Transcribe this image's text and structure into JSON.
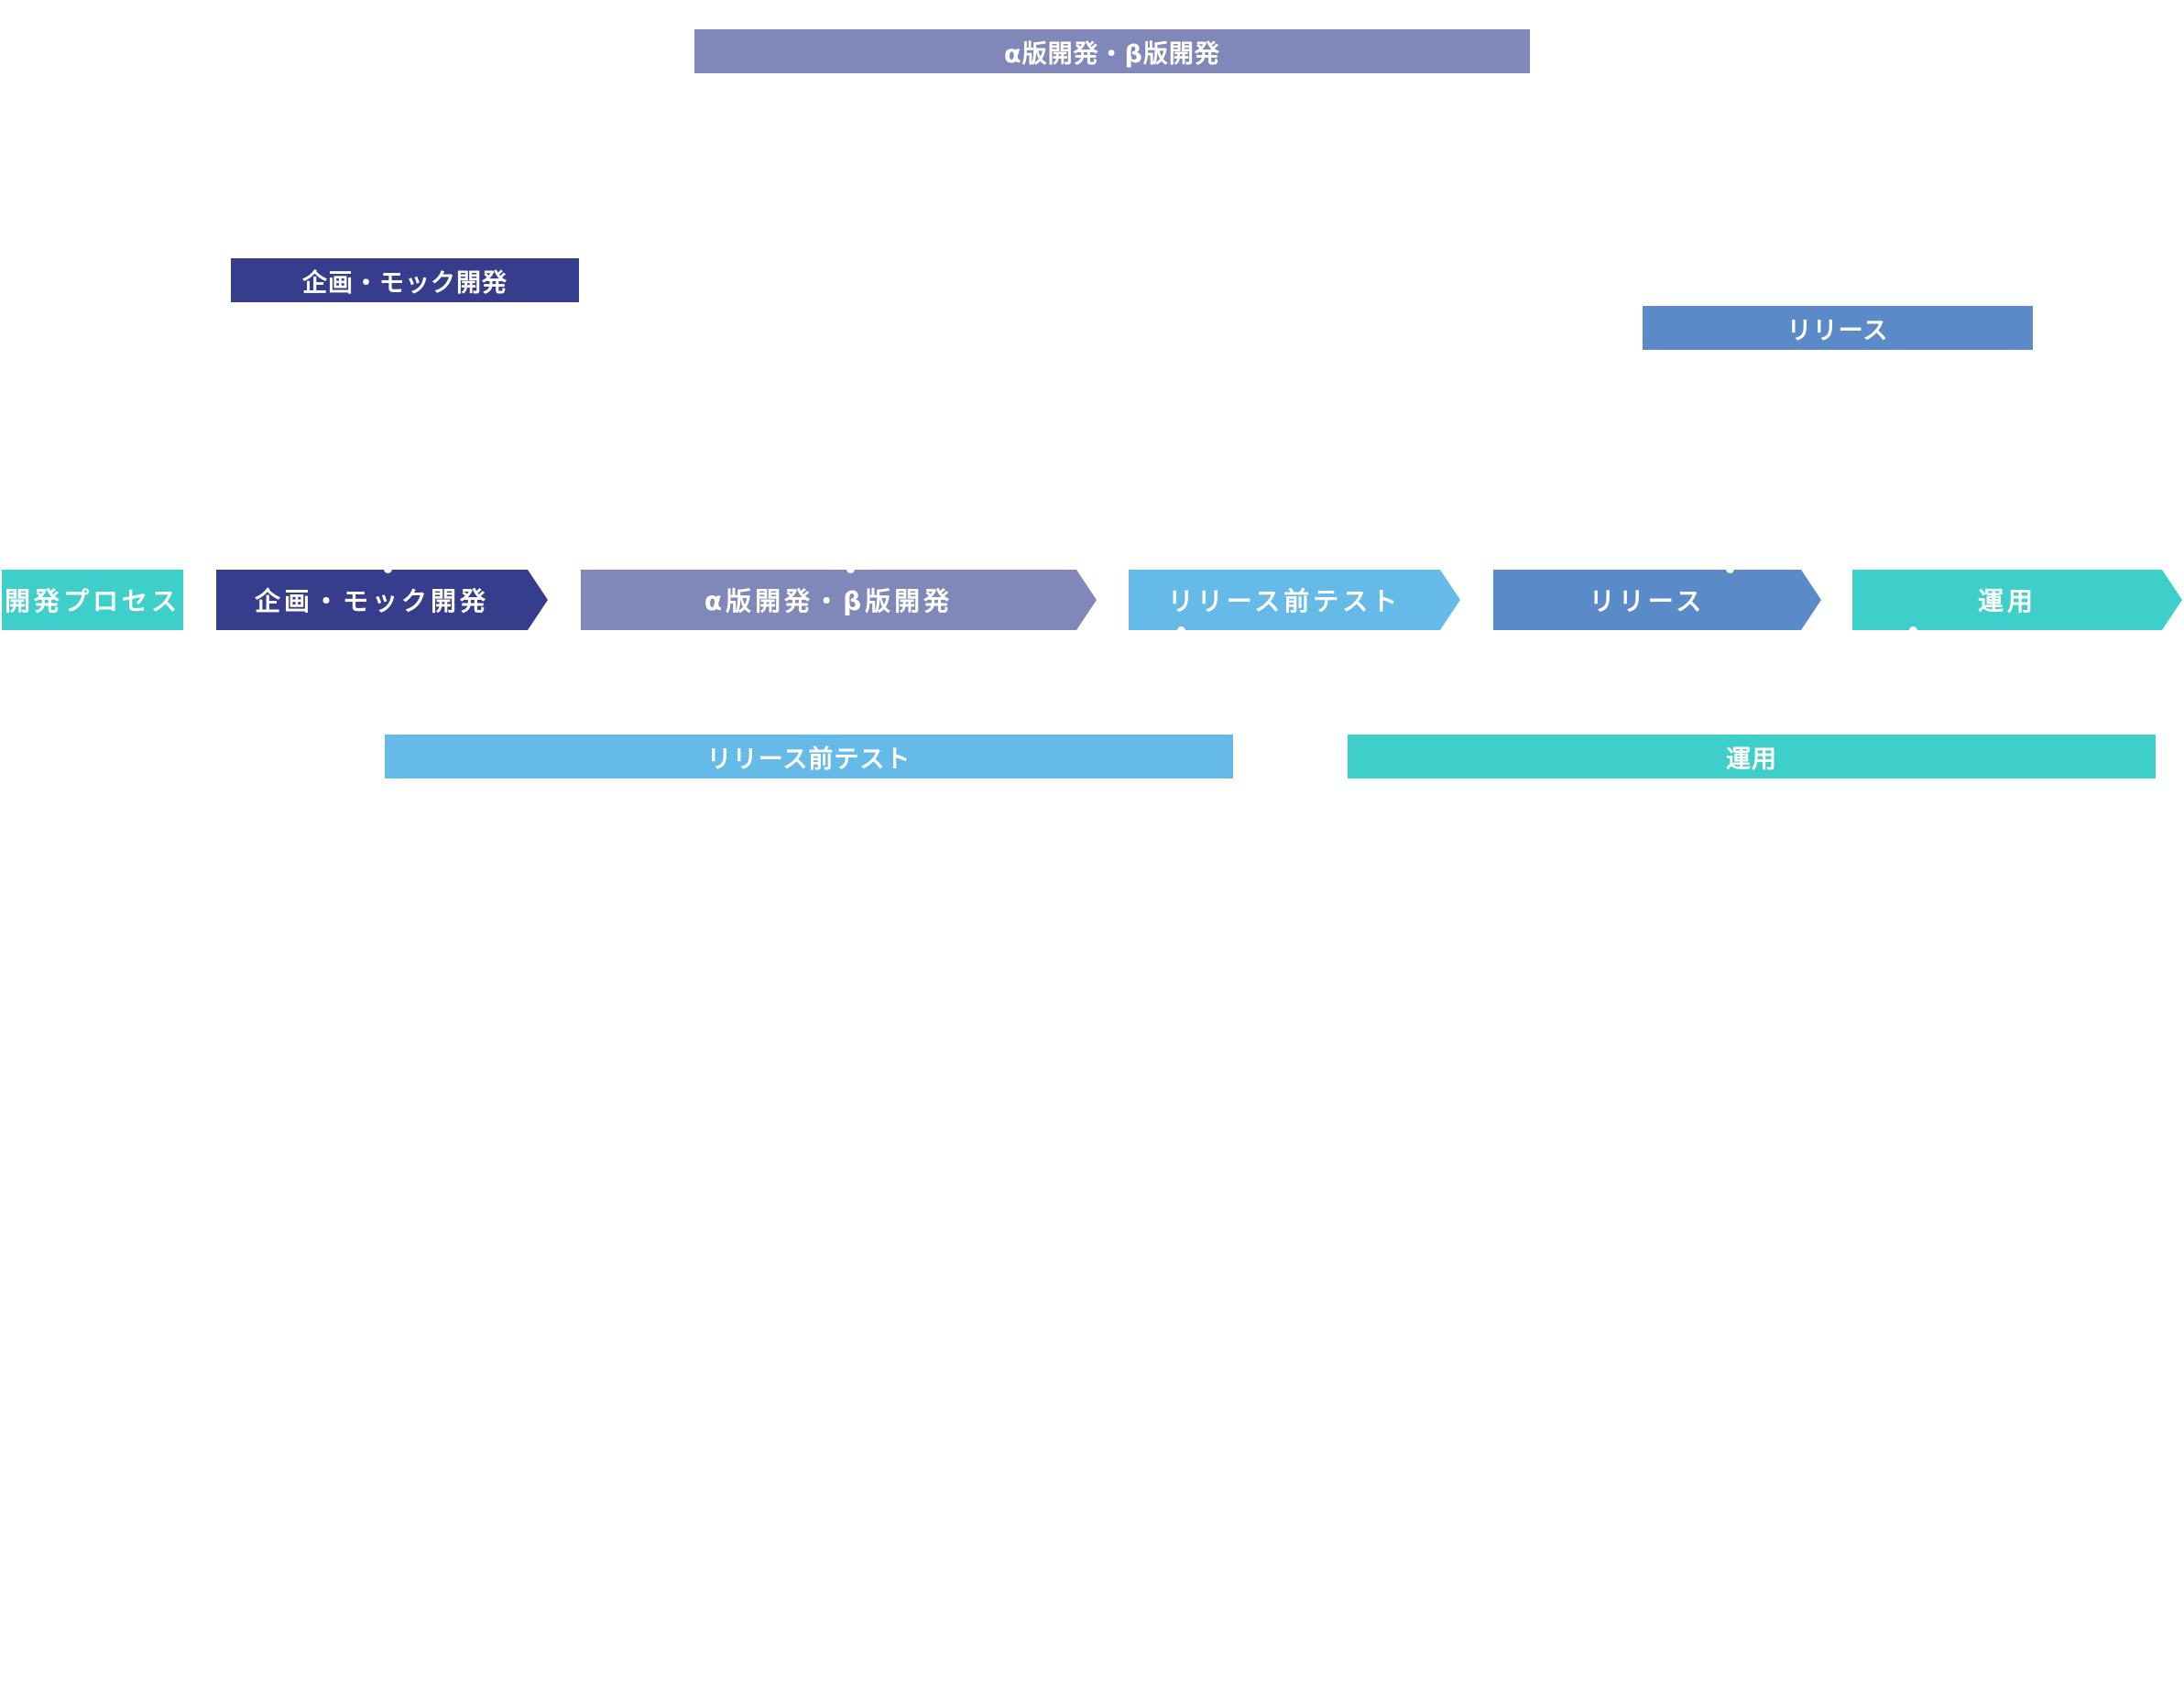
{
  "process_label": "開発プロセス",
  "steps": [
    {
      "label": "企画・モック開発",
      "color": "#353D8C"
    },
    {
      "label": "α版開発・β版開発",
      "color": "#8088B9"
    },
    {
      "label": "リリース前テスト",
      "color": "#66BAE8"
    },
    {
      "label": "リリース",
      "color": "#5A8BC8"
    },
    {
      "label": "運用",
      "color": "#3ECFCB"
    }
  ],
  "callouts": {
    "alpha_beta": "α版開発・β版開発",
    "planning": "企画・モック開発",
    "release": "リリース",
    "pre_release_test": "リリース前テスト",
    "operation": "運用"
  },
  "colors": {
    "process_label": "#3ECFCB",
    "planning": "#353D8C",
    "alpha_beta": "#8088B9",
    "pre_release_test": "#66BAE8",
    "release": "#5A8BC8",
    "operation": "#3ECFCB",
    "background": "#FFFFFF"
  }
}
